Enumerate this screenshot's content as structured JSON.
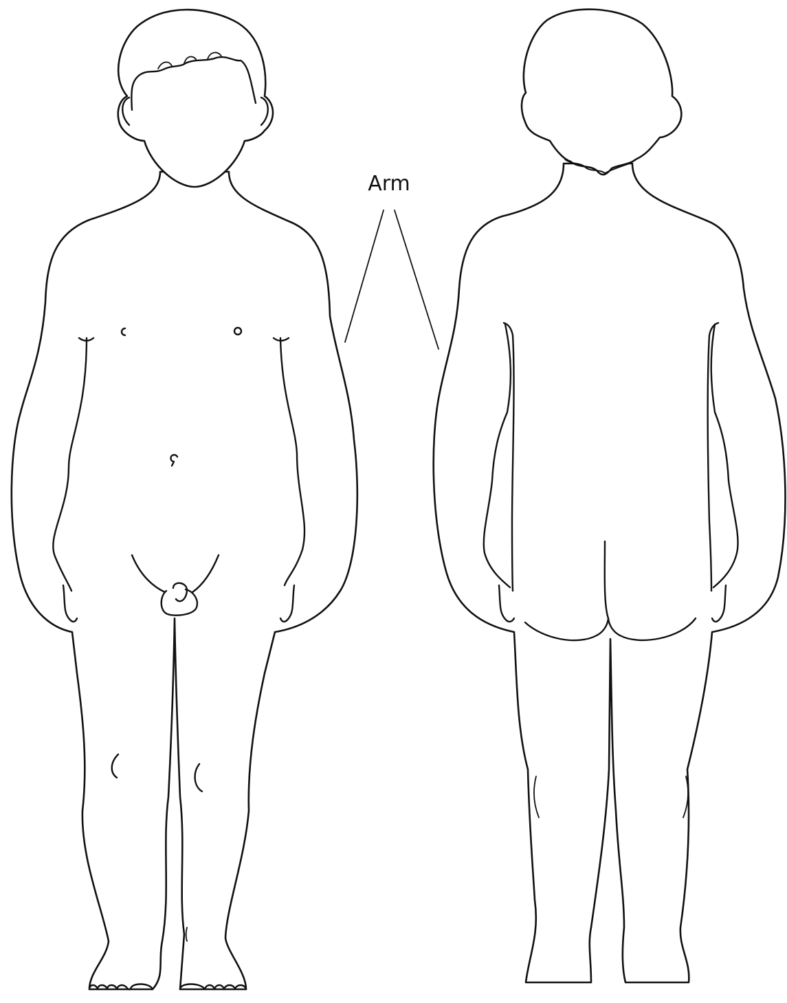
{
  "diagram": {
    "label": "Arm",
    "views": [
      "front-view",
      "back-view"
    ],
    "colors": {
      "line": "#111111",
      "background": "#ffffff"
    }
  }
}
